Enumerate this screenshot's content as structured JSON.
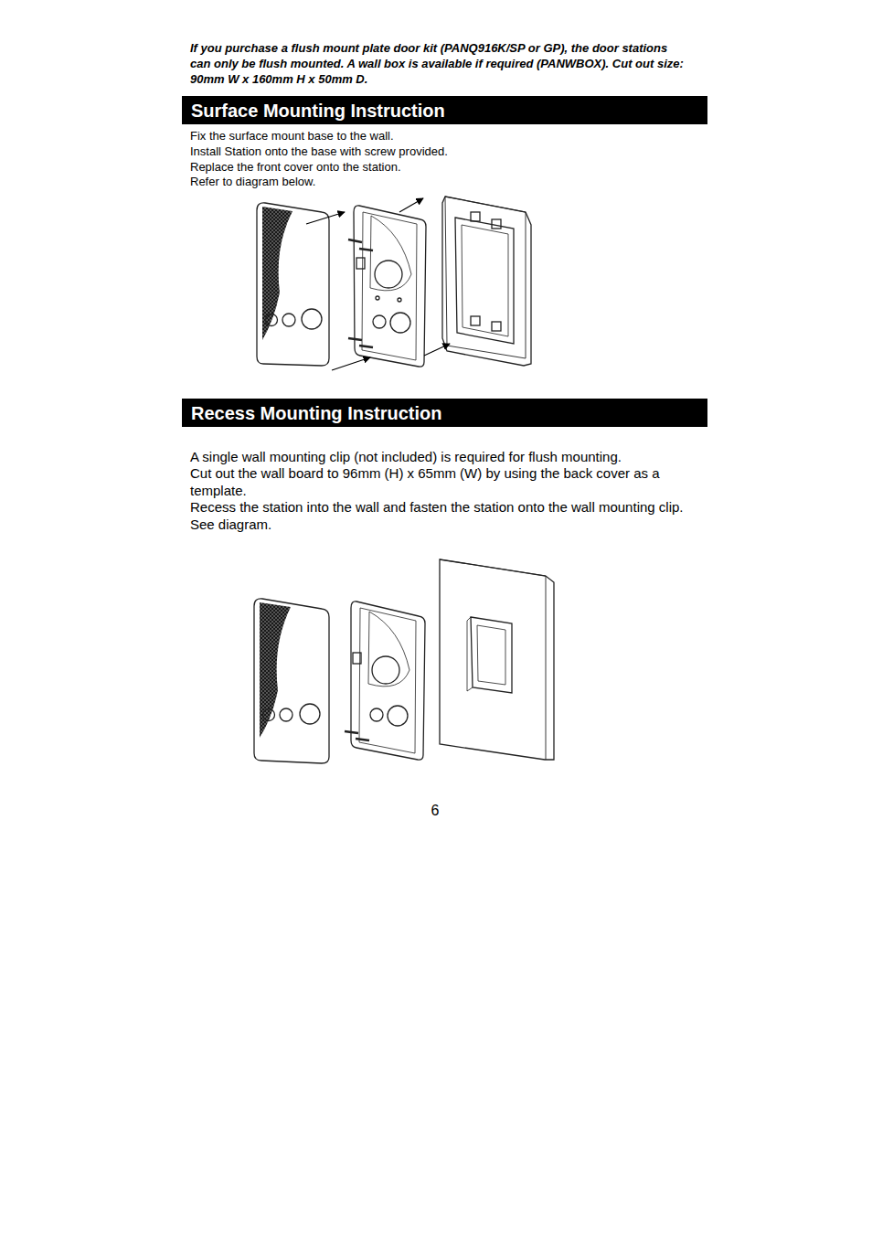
{
  "diagram": {
    "nodes": [
      {
        "text": [
          "Surface Mounting Instruction"
        ]
      },
      {
        "text": [
          "Recess Mounting Instruction"
        ]
      }
    ],
    "labels": [
      "If you purchase a flush mount plate door kit (PANQ916K/SP or GP), the door stations can only be flush mounted. A wall box is available if required (PANWBOX). Cut out size: 90mm W x 160mm H x 50mm D.",
      "Fix the surface mount base to the wall.",
      "Install Station onto the base with screw provided.",
      "Replace the front cover onto the station.",
      "Refer to diagram below.",
      "A single wall mounting clip (not included) is required for flush mounting.",
      "Cut out the wall board to 96mm (H) x 65mm (W) by using the back cover as a template.",
      "Recess the station into the wall and fasten the station onto the wall mounting clip. See diagram.",
      "6"
    ]
  }
}
